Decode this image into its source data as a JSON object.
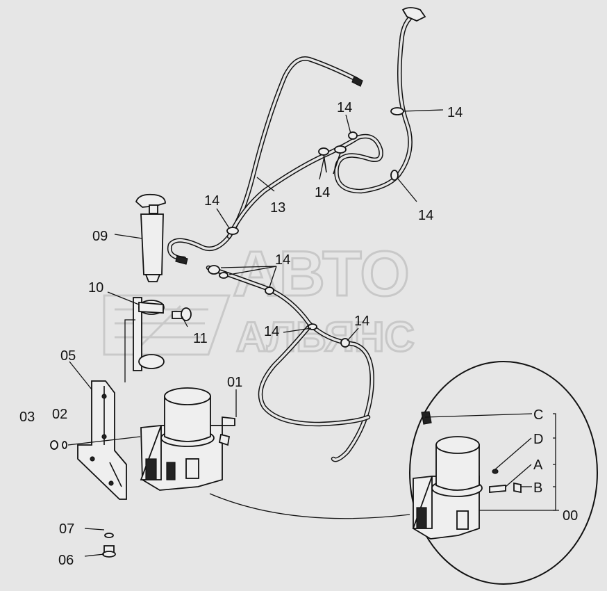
{
  "watermark": {
    "line1": "АВТО",
    "line2": "АЛЬЯНС"
  },
  "labels": {
    "l00": "00",
    "l01": "01",
    "l02": "02",
    "l03": "03",
    "l05": "05",
    "l06": "06",
    "l07": "07",
    "l09": "09",
    "l10": "10",
    "l11": "11",
    "l13": "13",
    "l14": "14",
    "lA": "A",
    "lB": "B",
    "lC": "C",
    "lD": "D"
  }
}
